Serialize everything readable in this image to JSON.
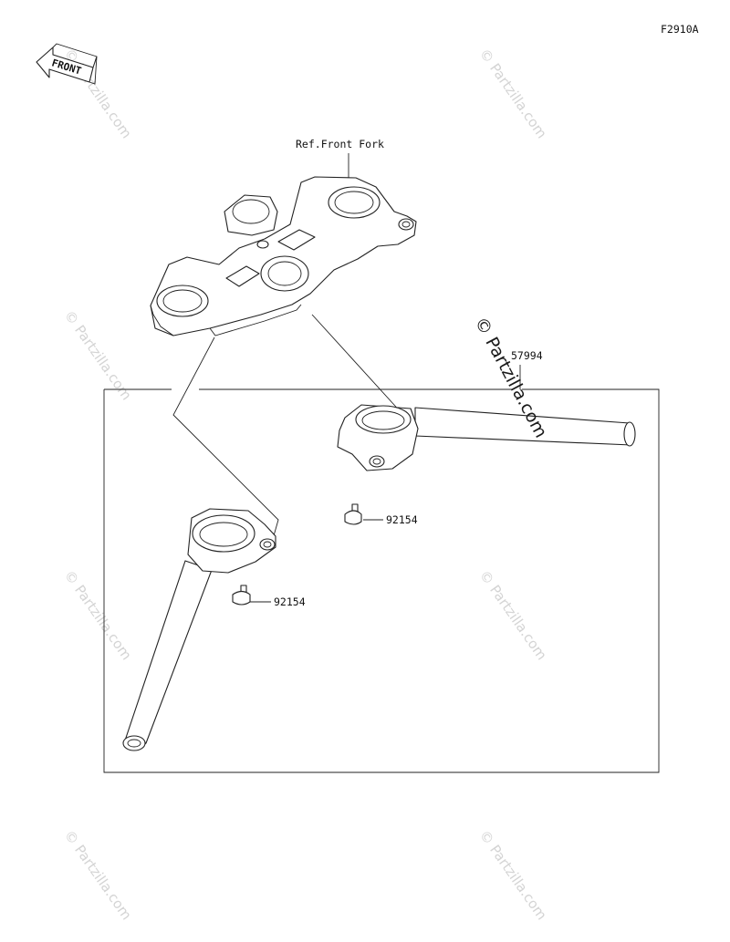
{
  "figure_code": "F2910A",
  "front_marker": "FRONT",
  "callouts": {
    "ref_front_fork": "Ref.Front Fork",
    "handlebar_assembly": "57994",
    "bolt_right": "92154",
    "bolt_left": "92154"
  },
  "watermark": "© Partzilla.com",
  "colors": {
    "line": "#222222",
    "watermark": "#d4d4d4",
    "background": "#ffffff"
  }
}
